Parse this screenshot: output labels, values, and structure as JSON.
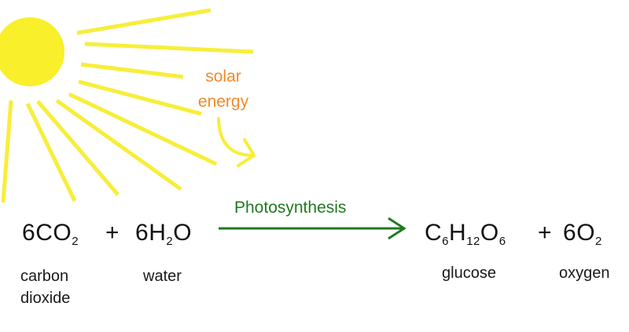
{
  "colors": {
    "sun": "#f9ef2a",
    "rays": "#f7ee3a",
    "solar_text": "#f08a2a",
    "solar_arrow": "#f7ee3a",
    "reaction_arrow": "#1f7a1f",
    "photosynthesis_text": "#1f7a1f",
    "text": "#111111"
  },
  "sun": {
    "icon": "sun-icon",
    "label_line1": "solar",
    "label_line2": "energy"
  },
  "reaction": {
    "reactant1": {
      "coef": "6",
      "parts": [
        {
          "t": "CO",
          "s": "2"
        }
      ],
      "caption_line1": "carbon",
      "caption_line2": "dioxide"
    },
    "plus1": "+",
    "reactant2": {
      "coef": "6",
      "parts": [
        {
          "t": "H",
          "s": "2"
        },
        {
          "t": "O",
          "s": ""
        }
      ],
      "caption": "water"
    },
    "arrow_label": "Photosynthesis",
    "product1": {
      "coef": "",
      "parts": [
        {
          "t": "C",
          "s": "6"
        },
        {
          "t": "H",
          "s": "12"
        },
        {
          "t": "O",
          "s": "6"
        }
      ],
      "caption": "glucose"
    },
    "plus2": "+",
    "product2": {
      "coef": "6",
      "parts": [
        {
          "t": "O",
          "s": "2"
        }
      ],
      "caption": "oxygen"
    }
  }
}
